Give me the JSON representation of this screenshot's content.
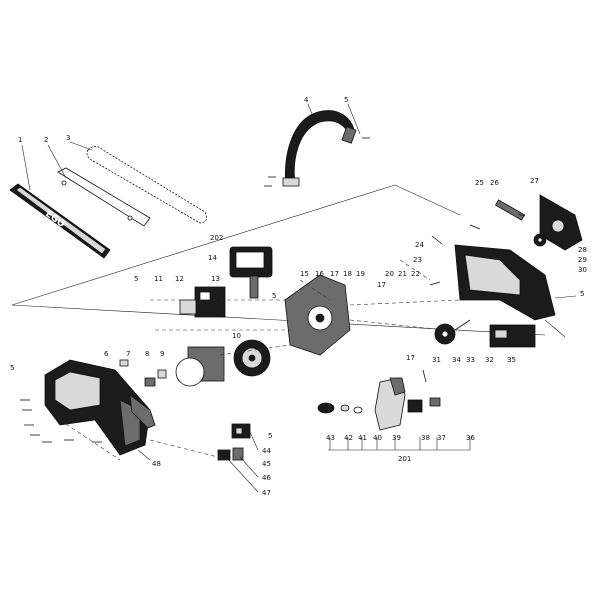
{
  "diagram": {
    "callouts": [
      "1",
      "2",
      "3",
      "4",
      "5",
      "5",
      "5",
      "5",
      "5",
      "5",
      "6",
      "7",
      "8",
      "9",
      "10",
      "11",
      "12",
      "13",
      "14",
      "15",
      "16",
      "17",
      "17",
      "17",
      "18",
      "19",
      "20",
      "21",
      "22",
      "23",
      "24",
      "25",
      "26",
      "27",
      "28",
      "29",
      "30",
      "31",
      "32",
      "33",
      "34",
      "35",
      "36",
      "37",
      "38",
      "39",
      "40",
      "41",
      "42",
      "43",
      "44",
      "45",
      "46",
      "47",
      "48"
    ],
    "group_labels": [
      "202",
      "201"
    ],
    "bar_logo_text": "EGO",
    "colors": {
      "line": "#111111",
      "fill_dark": "#1b1b1b",
      "fill_mid": "#6c6c6c",
      "fill_light": "#d9d9d9"
    }
  }
}
